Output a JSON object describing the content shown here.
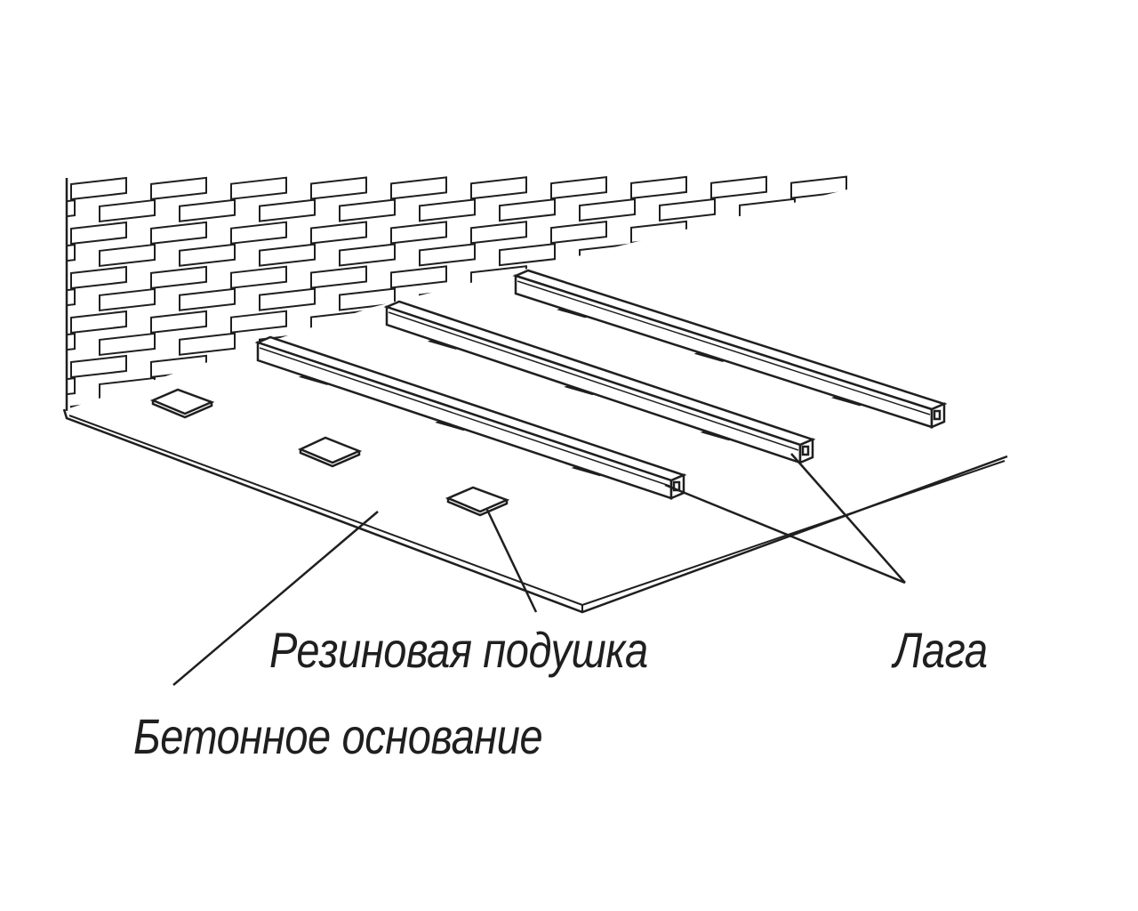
{
  "labels": {
    "rubber_pad": "Резиновая подушка",
    "joist": "Лага",
    "concrete_base": "Бетонное основание"
  },
  "colors": {
    "line": "#1f1f1f",
    "fill": "#ffffff"
  },
  "icons": {
    "wall": "brick-wall-icon",
    "joist": "joist-beam-icon",
    "pad": "rubber-pad-icon"
  }
}
